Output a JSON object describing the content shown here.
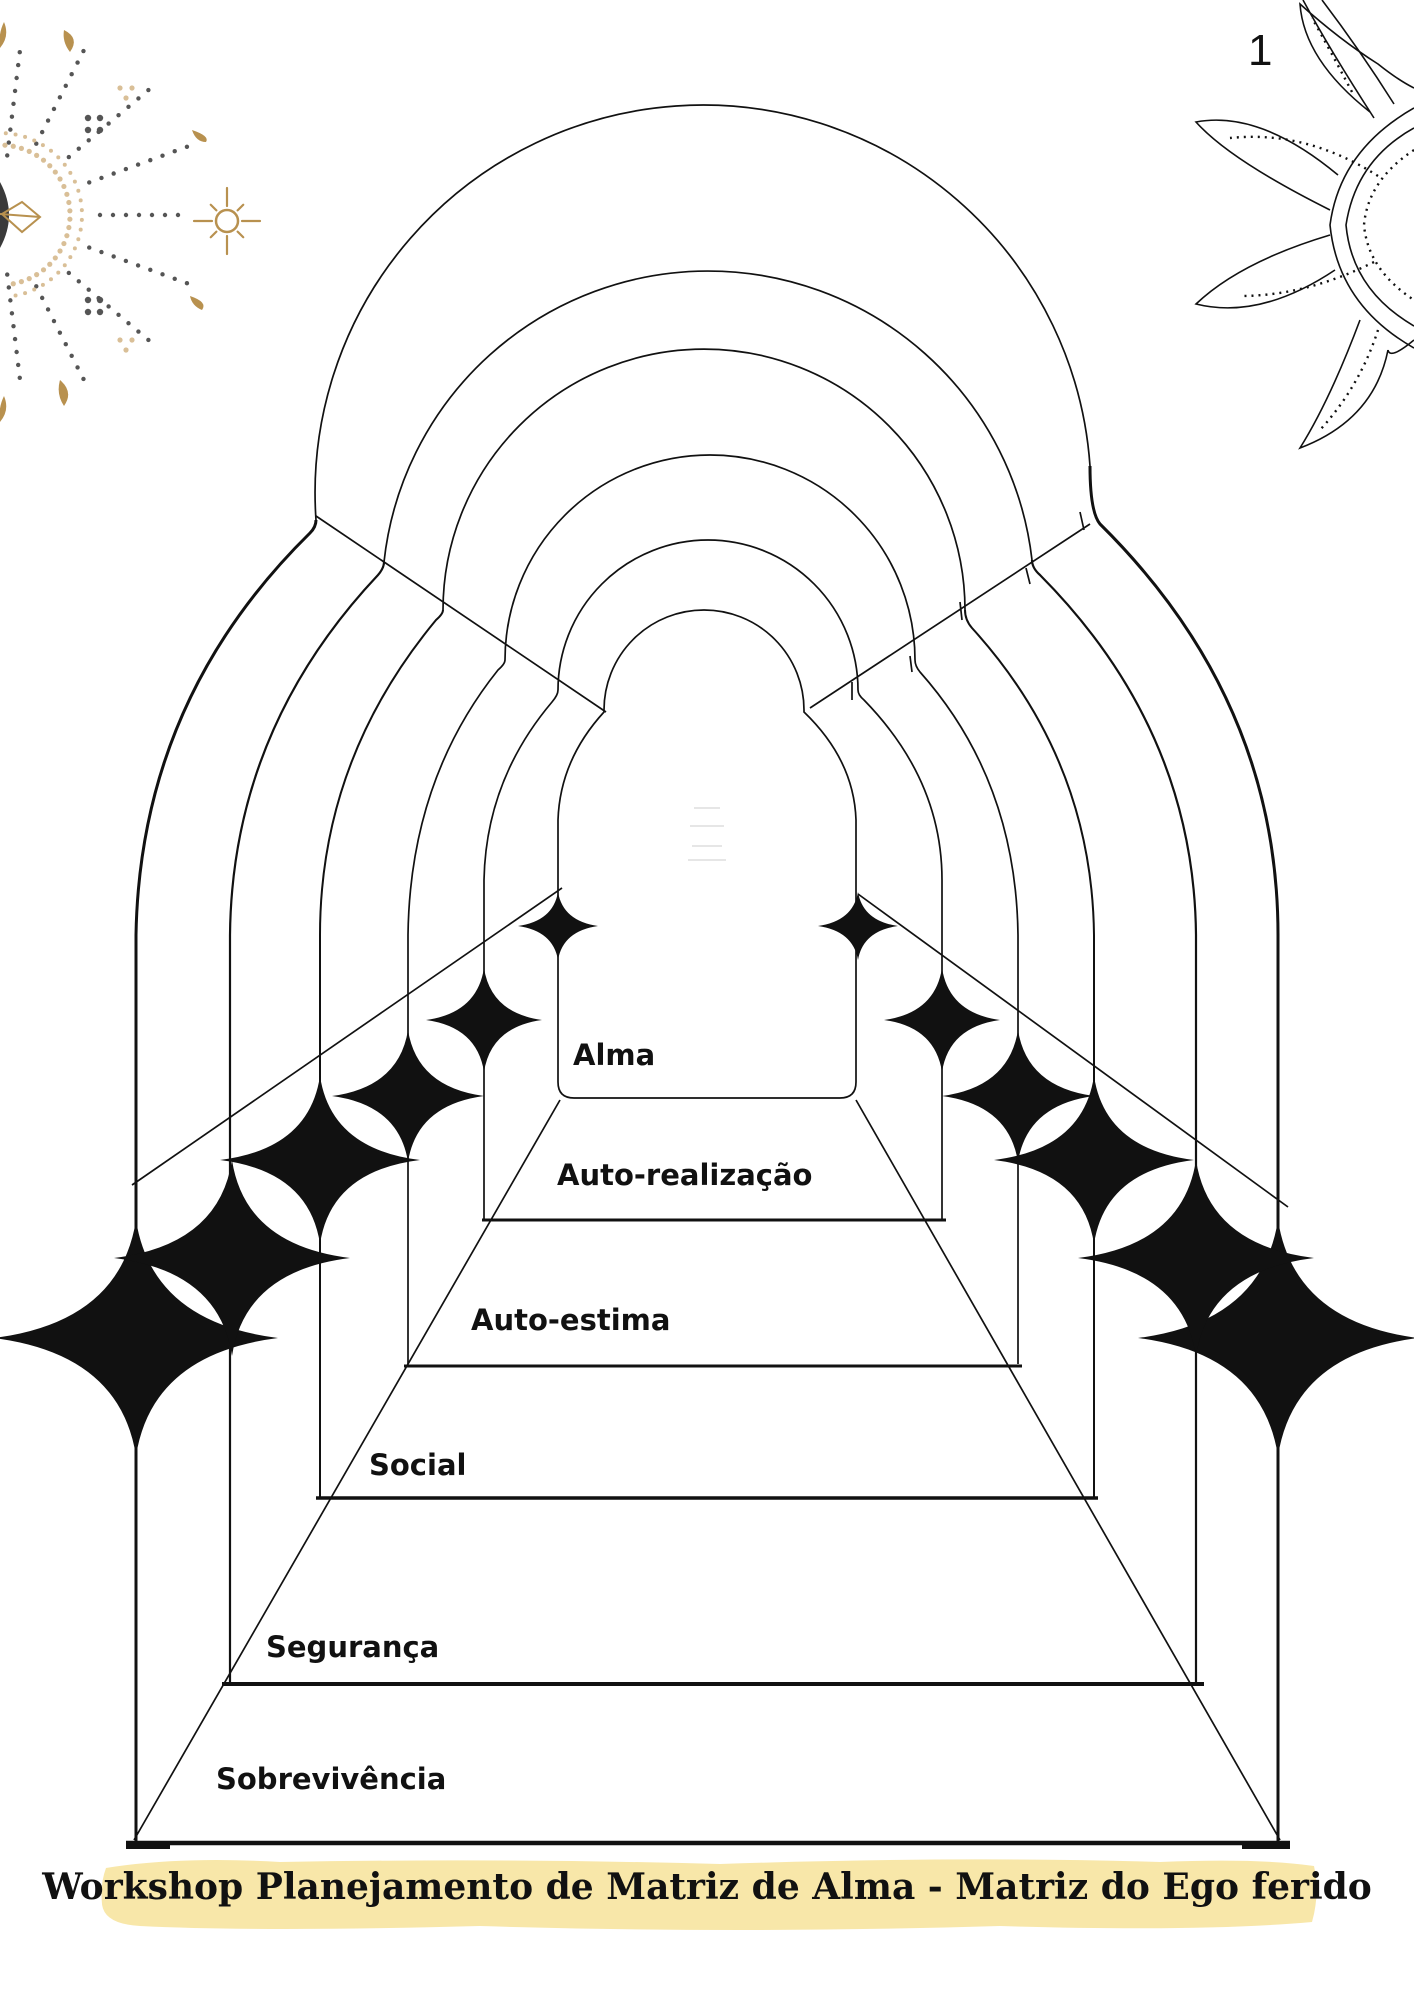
{
  "page": {
    "number": "1",
    "footer_title": "Workshop Planejamento de Matriz de Alma - Matriz do Ego ferido"
  },
  "levels": [
    {
      "key": "alma",
      "label": "Alma"
    },
    {
      "key": "auto_realizacao",
      "label": "Auto-realização"
    },
    {
      "key": "auto_estima",
      "label": "Auto-estima"
    },
    {
      "key": "social",
      "label": "Social"
    },
    {
      "key": "seguranca",
      "label": "Segurança"
    },
    {
      "key": "sobrevivencia",
      "label": "Sobrevivência"
    }
  ],
  "decorations": {
    "top_left": "sunburst-ornament",
    "top_right": "sun-icon",
    "sparkles": "four-point-star-icon"
  },
  "colors": {
    "line": "#111111",
    "gold": "#b8914f",
    "gold_light": "#d9bf97",
    "dots_gray": "#555555",
    "highlight": "#f7e39a"
  }
}
